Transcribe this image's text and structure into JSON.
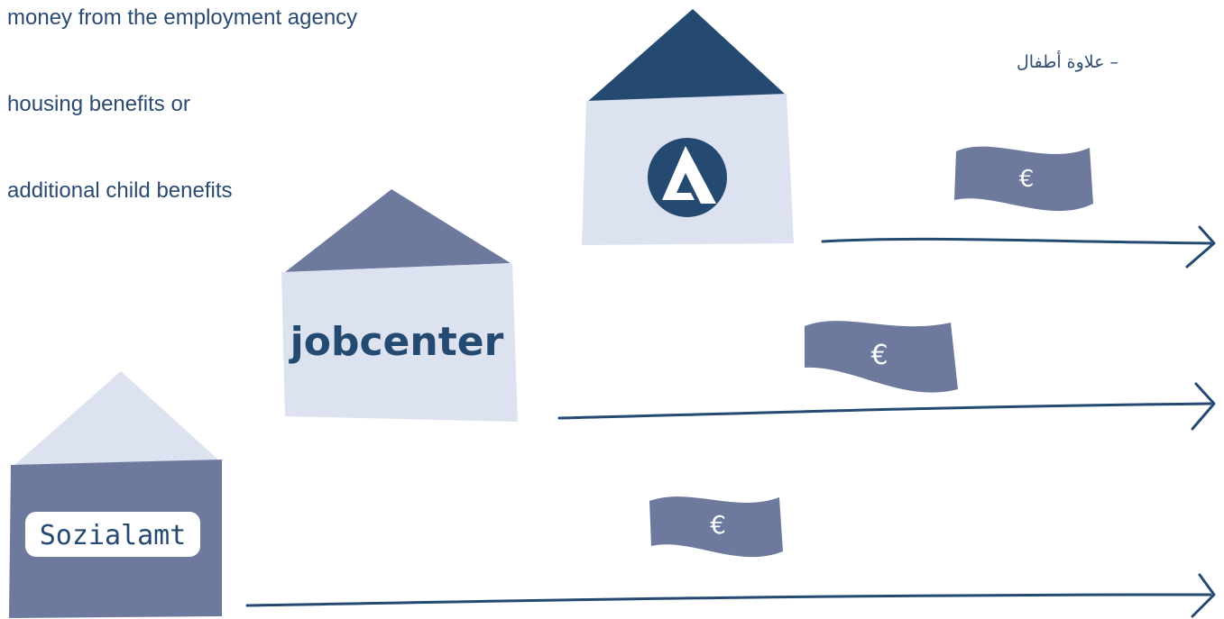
{
  "text_lines": [
    "money from the employment agency",
    "housing benefits or",
    "additional child benefits"
  ],
  "arabic_note": "– علاوة أطفال",
  "buildings": {
    "agency": {
      "logo": "employment-agency-logo-icon",
      "roof_color": "#244a72",
      "wall_color": "#dde2f0"
    },
    "jobcenter": {
      "label": "jobcenter",
      "roof_color": "#6d7a9e",
      "wall_color": "#dde2f0"
    },
    "sozialamt": {
      "label": "Sozialamt",
      "roof_color": "#dde2f0",
      "wall_color": "#6d7a9e"
    }
  },
  "money_symbol": "€",
  "colors": {
    "dark_blue": "#244a72",
    "mid_blue": "#6d7a9e",
    "light_blue": "#dde2f0",
    "text_blue": "#2a4a72"
  }
}
